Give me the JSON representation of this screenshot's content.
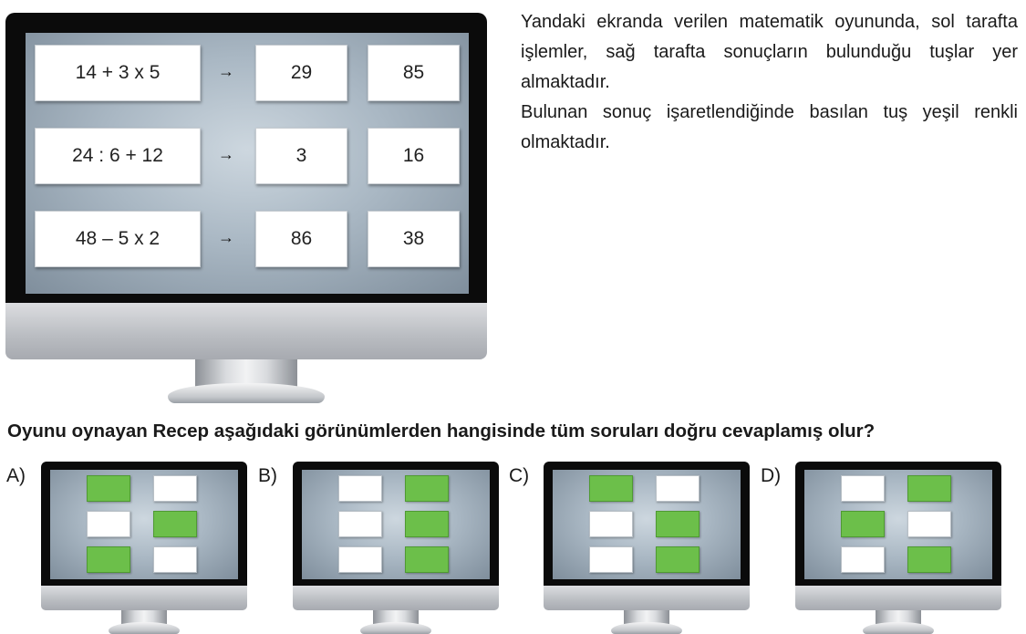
{
  "intro": {
    "paragraph1": "Yandaki ekranda verilen matematik oyununda, sol tarafta işlemler, sağ tarafta sonuçların bulunduğu tuşlar yer almaktadır.",
    "paragraph2": "Bulunan sonuç işaretlendiğinde basılan tuş yeşil renkli olmaktadır."
  },
  "game": {
    "arrow": "→",
    "rows": [
      {
        "expression": "14 + 3 x 5",
        "result1": "29",
        "result2": "85"
      },
      {
        "expression": "24 : 6 + 12",
        "result1": "3",
        "result2": "16"
      },
      {
        "expression": "48 – 5 x 2",
        "result1": "86",
        "result2": "38"
      }
    ]
  },
  "question": "Oyunu oynayan Recep aşağıdaki görünümlerden hangisinde tüm soruları doğru cevaplamış olur?",
  "options": [
    {
      "label": "A)",
      "grid": [
        [
          "green",
          "white"
        ],
        [
          "white",
          "green"
        ],
        [
          "green",
          "white"
        ]
      ]
    },
    {
      "label": "B)",
      "grid": [
        [
          "white",
          "green"
        ],
        [
          "white",
          "green"
        ],
        [
          "white",
          "green"
        ]
      ]
    },
    {
      "label": "C)",
      "grid": [
        [
          "green",
          "white"
        ],
        [
          "white",
          "green"
        ],
        [
          "white",
          "green"
        ]
      ]
    },
    {
      "label": "D)",
      "grid": [
        [
          "white",
          "green"
        ],
        [
          "green",
          "white"
        ],
        [
          "white",
          "green"
        ]
      ]
    }
  ],
  "colors": {
    "selected": "#6cbf4a",
    "unselected": "#ffffff",
    "bezel": "#0b0b0b"
  }
}
